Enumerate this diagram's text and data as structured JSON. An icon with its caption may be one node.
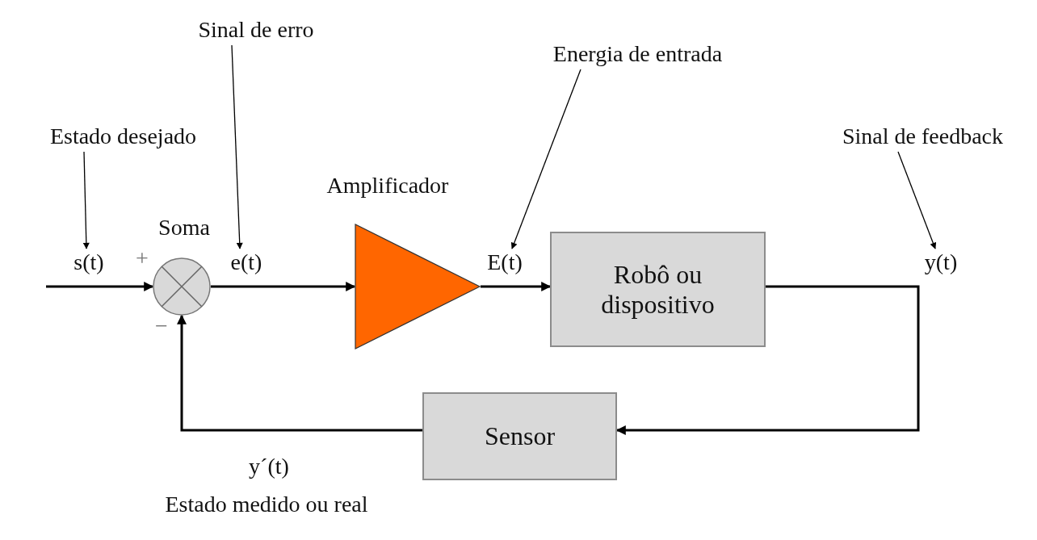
{
  "diagram": {
    "nodes": [
      {
        "text": [],
        "shape": "circle",
        "beside": [
          "Soma"
        ]
      },
      {
        "text": [],
        "shape": "triangle",
        "beside": [
          "Amplificador"
        ]
      },
      {
        "text": [
          "Robô ou dispositivo"
        ]
      },
      {
        "text": [
          "Sensor"
        ]
      },
      {
        "text": [
          "Estado desejado"
        ]
      },
      {
        "text": [
          "s(t)"
        ]
      },
      {
        "text": [
          "Sinal de erro"
        ]
      },
      {
        "text": [
          "e(t)"
        ]
      },
      {
        "text": [
          "Energia de entrada"
        ]
      },
      {
        "text": [
          "E(t)"
        ]
      },
      {
        "text": [
          "Sinal de feedback"
        ]
      },
      {
        "text": [
          "y(t)"
        ]
      }
    ],
    "edges": [
      {
        "from": null,
        "to": 0,
        "arrow": "to"
      },
      {
        "from": 0,
        "to": 1,
        "arrow": "to"
      },
      {
        "from": 1,
        "to": 2,
        "arrow": "to"
      },
      {
        "from": 2,
        "to": 3,
        "arrow": "to"
      },
      {
        "from": 3,
        "to": 0,
        "arrow": "to"
      },
      {
        "from": 4,
        "to": 5,
        "arrow": "to"
      },
      {
        "from": 6,
        "to": 7,
        "arrow": "to"
      },
      {
        "from": 8,
        "to": 9,
        "arrow": "to"
      },
      {
        "from": 10,
        "to": 11,
        "arrow": "to"
      }
    ],
    "labels": [
      "+",
      "−",
      "y´(t)",
      "Estado medido ou real"
    ]
  }
}
